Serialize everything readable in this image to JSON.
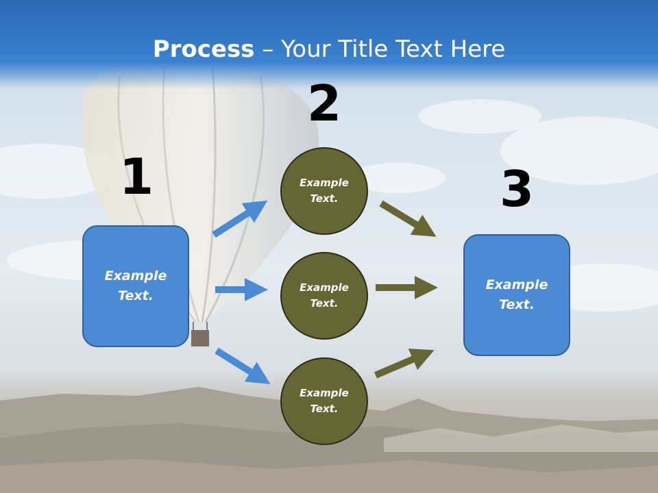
{
  "slide": {
    "title_bold": "Process",
    "title_rest": " – Your Title Text Here"
  },
  "steps": [
    {
      "number": "1",
      "label": "Example Text."
    },
    {
      "number": "2",
      "label": "Example Text."
    },
    {
      "number": "3",
      "label": "Example Text."
    }
  ],
  "circles": [
    {
      "label": "Example Text."
    },
    {
      "label": "Example Text."
    },
    {
      "label": "Example Text."
    }
  ],
  "colors": {
    "title_band": "#3a82d0",
    "box_fill": "#4a8bd3",
    "circle_fill": "#666635",
    "arrow_blue": "#4a8bd3",
    "arrow_olive": "#666635"
  }
}
